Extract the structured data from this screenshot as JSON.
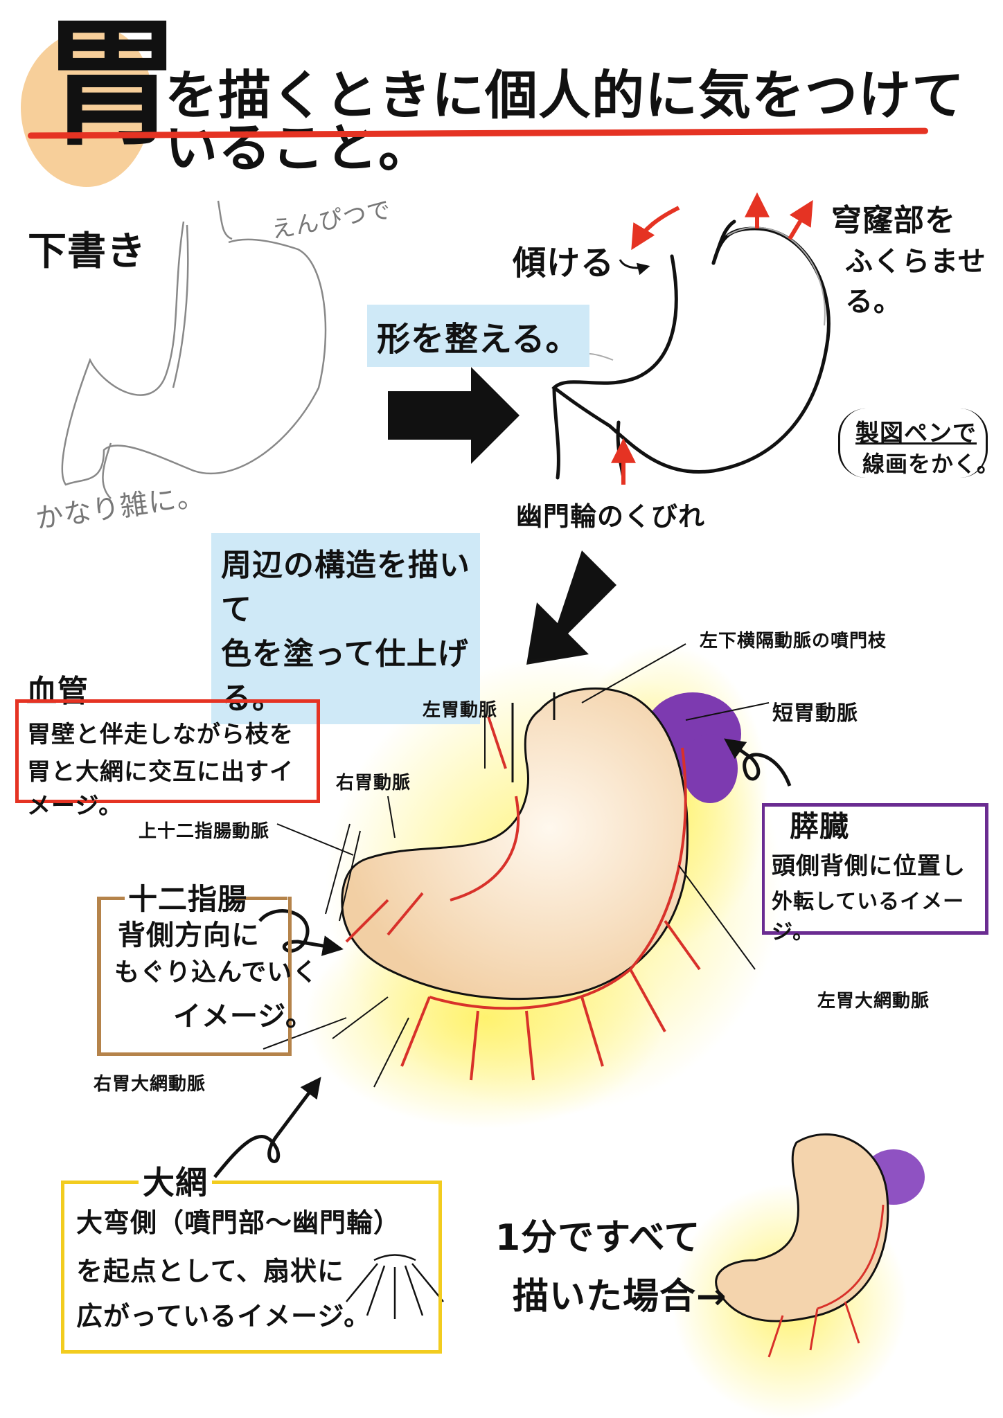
{
  "title": {
    "kanji": "胃",
    "rest": "を描くときに個人的に気をつけていること。",
    "colors": {
      "underline": "#e53323",
      "blob": "#f7cf9a"
    }
  },
  "sketch": {
    "label": "下書き",
    "cardia_note": "えんぴつで",
    "loose_note": "かなり雑に。"
  },
  "arrow1_text": "形を整える。",
  "refined": {
    "tilt": "傾ける",
    "fundus_line1": "穹窿部を",
    "fundus_line2": "ふくらませる。",
    "pen_line1": "製図ペンで",
    "pen_line2": "線画をかく。",
    "pylorus": "幽門輪のくびれ"
  },
  "arrow2_text_line1": "周辺の構造を描いて",
  "arrow2_text_line2": "色を塗って仕上げる。",
  "labels": {
    "left_inferior_phrenic": "左下横隔動脈の噴門枝",
    "left_gastric": "左胃動脈",
    "short_gastric": "短胃動脈",
    "right_gastric": "右胃動脈",
    "supraduodenal": "上十二指腸動脈",
    "left_gastroepiploic": "左胃大網動脈",
    "right_gastroepiploic": "右胃大網動脈"
  },
  "vessels_box": {
    "title": "血管",
    "line1": "胃壁と伴走しながら枝を",
    "line2": "胃と大網に交互に出すイメージ。",
    "color": "#e53323"
  },
  "duodenum_box": {
    "line1": "十二指腸",
    "line2": "背側方向に",
    "line3": "もぐり込んでいく",
    "line4": "イメージ。",
    "color": "#b5834a"
  },
  "pancreas_box": {
    "title": "膵臓",
    "line1": "頭側背側に位置し",
    "line2": "外転しているイメージ。",
    "color": "#6a2c91"
  },
  "omentum_box": {
    "title": "大網",
    "line1": "大弯側（噴門部〜幽門輪）",
    "line2": "を起点として、扇状に",
    "line3": "広がっているイメージ。",
    "color": "#f2cc1f"
  },
  "quick": {
    "line1": "1分ですべて",
    "line2": "描いた場合→"
  }
}
